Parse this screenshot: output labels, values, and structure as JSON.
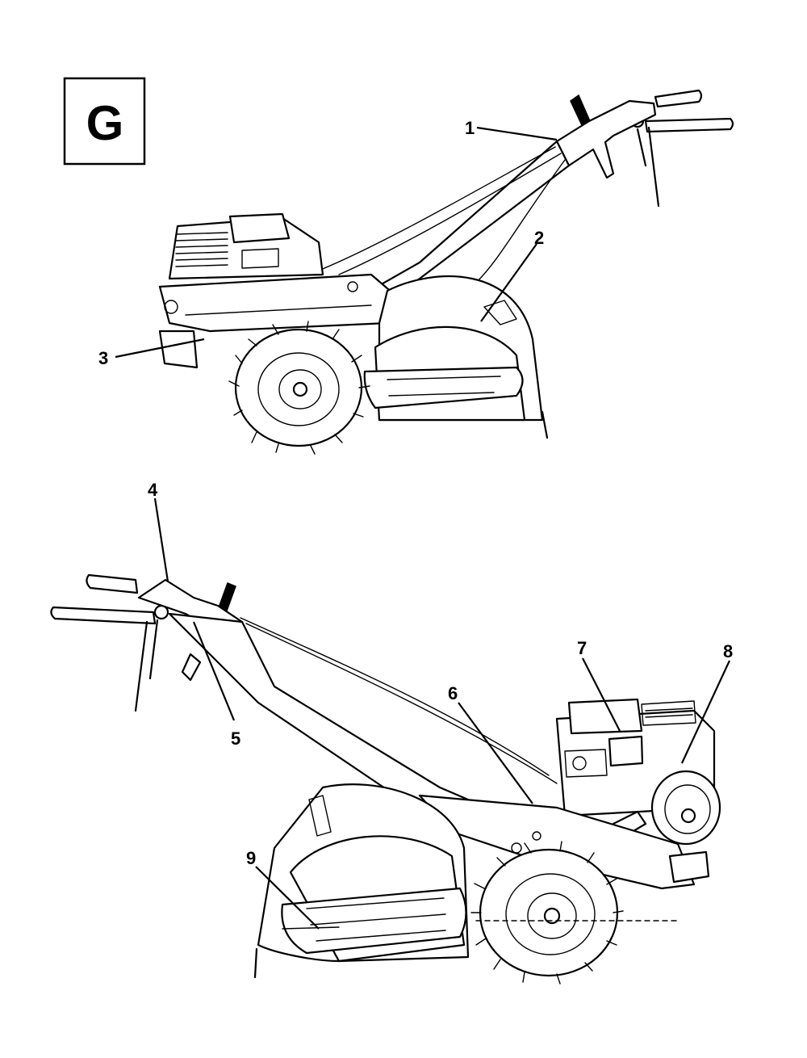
{
  "figure": {
    "section_letter": "G",
    "callouts": {
      "c1": "1",
      "c2": "2",
      "c3": "3",
      "c4": "4",
      "c5": "5",
      "c6": "6",
      "c7": "7",
      "c8": "8",
      "c9": "9"
    }
  }
}
